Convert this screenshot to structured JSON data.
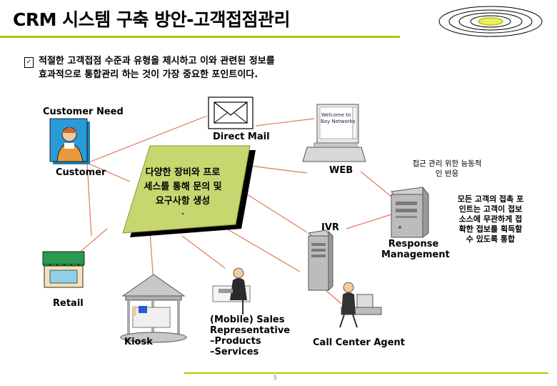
{
  "title": "CRM 시스템 구축 방안-고객접점관리",
  "intro": {
    "line1": "적절한 고객접점 수준과 유형을 제시하고 이와 관련된 정보를",
    "line2": "효과적으로 통합관리 하는 것이 가장 중요한 포인트이다."
  },
  "nodes": {
    "customer_need": "Customer Need",
    "direct_mail": "Direct Mail",
    "customer": "Customer",
    "web": "WEB",
    "ivr": "IVR",
    "response_management": {
      "line1": "Response",
      "line2": "Management"
    },
    "retail": "Retail",
    "kiosk": "Kiosk",
    "sales_rep": {
      "line1": "(Mobile) Sales",
      "line2": "Representative",
      "line3": "–Products",
      "line4": "–Services"
    },
    "call_center": "Call Center Agent"
  },
  "center_panel": {
    "line1": "다양한 장비와 프로",
    "line2": "세스를 통해 문의 및",
    "line3": "요구사항 생성",
    "dot": "."
  },
  "web_note": {
    "line1": "접근 관리 위한 능동적",
    "line2": "인 반응"
  },
  "right_note": {
    "line1": "모든 고객의 접촉 포",
    "line2": "인트는 고객이 접보",
    "line3": "소스에 무관하게 접",
    "line4": "확한 접보를 획득할",
    "line5": "수 있도록 통합"
  },
  "monitor_text": {
    "line1": "Welcome to",
    "line2": "Bay Networks"
  },
  "page_number": "5",
  "colors": {
    "accent": "#b5c400",
    "panel": "#c8d670",
    "lines": "#e0785a",
    "title_rule": "#b5c400"
  }
}
